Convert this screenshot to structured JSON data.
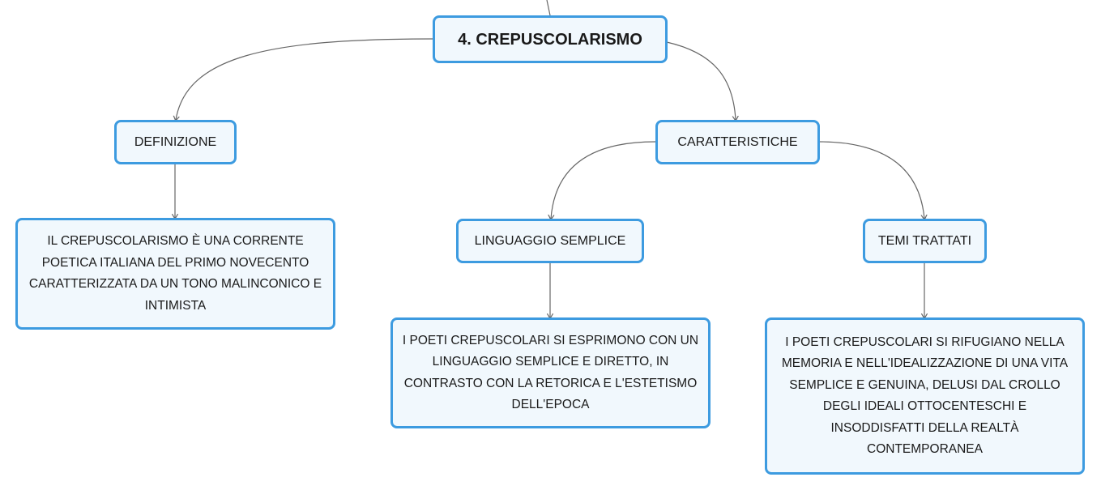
{
  "map": {
    "root": {
      "label": "4. CREPUSCOLARISMO"
    },
    "definizione": {
      "label": "DEFINIZIONE",
      "text": "IL CREPUSCOLARISMO È UNA CORRENTE POETICA ITALIANA DEL PRIMO NOVECENTO CARATTERIZZATA DA UN TONO MALINCONICO E INTIMISTA"
    },
    "caratteristiche": {
      "label": "CARATTERISTICHE"
    },
    "linguaggio": {
      "label": "LINGUAGGIO SEMPLICE",
      "text": "I POETI CREPUSCOLARI SI ESPRIMONO CON UN LINGUAGGIO SEMPLICE E DIRETTO, IN CONTRASTO CON LA RETORICA E L'ESTETISMO DELL'EPOCA"
    },
    "temi": {
      "label": "TEMI TRATTATI",
      "text": "I POETI CREPUSCOLARI SI RIFUGIANO NELLA MEMORIA E NELL'IDEALIZZAZIONE DI UNA VITA SEMPLICE E GENUINA, DELUSI DAL CROLLO DEGLI IDEALI OTTOCENTESCHI E INSODDISFATTI DELLA REALTÀ CONTEMPORANEA"
    }
  },
  "colors": {
    "node_border": "#3d9be0",
    "node_fill": "#f1f8fd",
    "connector": "#666666"
  }
}
